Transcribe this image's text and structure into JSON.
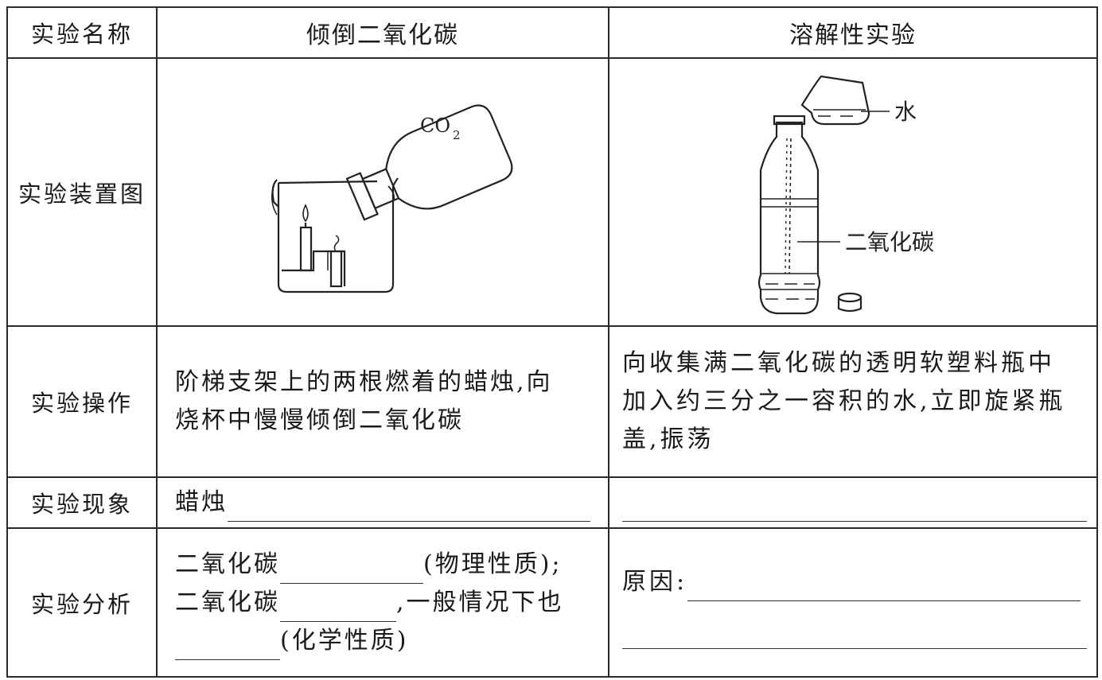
{
  "header": {
    "row_label": "实验名称",
    "col1": "倾倒二氧化碳",
    "col2": "溶解性实验"
  },
  "rows": {
    "apparatus": {
      "label": "实验装置图"
    },
    "operation": {
      "label": "实验操作",
      "col1_line1": "阶梯支架上的两根燃着的蜡烛,向",
      "col1_line2": "烧杯中慢慢倾倒二氧化碳",
      "col2_line1": "向收集满二氧化碳的透明软塑料瓶中",
      "col2_line2": "加入约三分之一容积的水,立即旋紧瓶",
      "col2_line3": "盖,振荡"
    },
    "phenomenon": {
      "label": "实验现象",
      "col1_prefix": "蜡烛"
    },
    "analysis": {
      "label": "实验分析",
      "col1_line1_a": "二氧化碳",
      "col1_line1_b": "(物理性质);",
      "col1_line2_a": "二氧化碳",
      "col1_line2_b": ",一般情况下也",
      "col1_line3_b": "(化学性质)",
      "col2_prefix": "原因:"
    }
  },
  "figure": {
    "left_label_co": "CO",
    "left_label_sub": "2",
    "right_label_water": "水",
    "right_label_co2": "二氧化碳"
  }
}
